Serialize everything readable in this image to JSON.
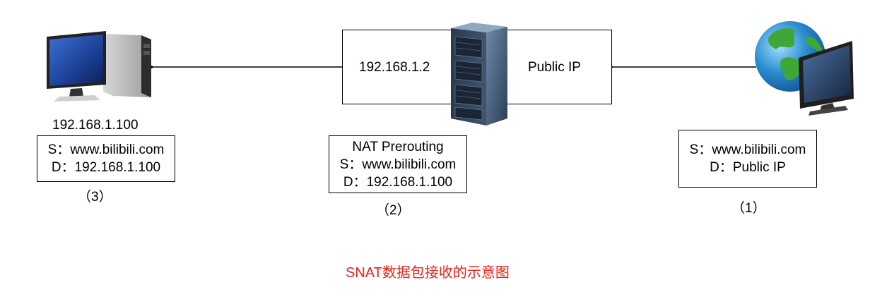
{
  "caption": "SNAT数据包接收的示意图",
  "client": {
    "ip": "192.168.1.100",
    "packet": {
      "source": "S：www.bilibili.com",
      "dest": "D：192.168.1.100"
    },
    "step": "（3）"
  },
  "router": {
    "inner_ip": "192.168.1.2",
    "outer_ip": "Public IP",
    "packet": {
      "title": "NAT Prerouting",
      "source": "S：www.bilibili.com",
      "dest": "D：192.168.1.100"
    },
    "step": "（2）"
  },
  "internet": {
    "packet": {
      "source": "S：www.bilibili.com",
      "dest": "D：Public IP"
    },
    "step": "（1）"
  },
  "colors": {
    "caption": "#e8221b",
    "line": "#000000"
  },
  "icons": [
    "desktop-computer-icon",
    "server-rack-icon",
    "globe-monitor-icon"
  ]
}
